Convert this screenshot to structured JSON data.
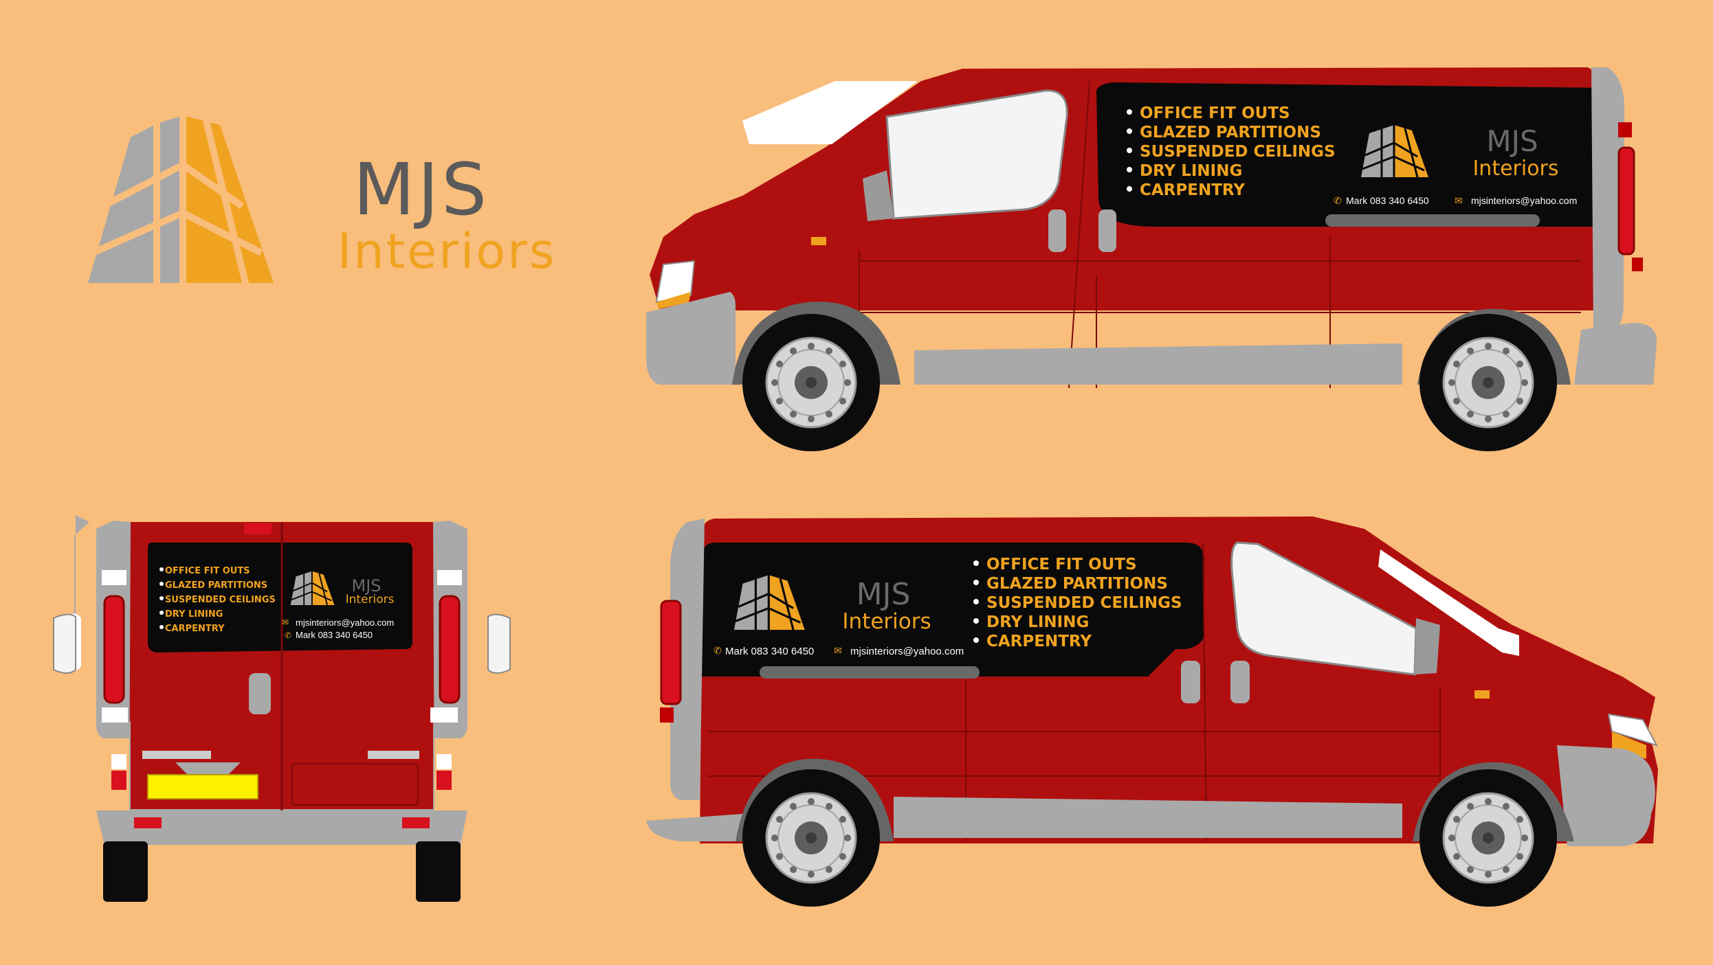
{
  "colors": {
    "background": "#F9BD7C",
    "van_body": "#B00F0F",
    "trim": "#A9A9A9",
    "panel": "#0A0A0A",
    "accent": "#F0A320",
    "logo_grey": "#A7A7A7",
    "brand_grey": "#5A5A5A",
    "plate": "#FFF200"
  },
  "logo": {
    "icon": "building-grid-icon",
    "name": "MJS",
    "subtitle": "Interiors"
  },
  "services": [
    "OFFICE FIT OUTS",
    "GLAZED PARTITIONS",
    "SUSPENDED CEILINGS",
    "DRY LINING",
    "CARPENTRY"
  ],
  "contact": {
    "phone": "Mark  083 340 6450",
    "email": "mjsinteriors@yahoo.com",
    "phone_icon": "phone-icon",
    "email_icon": "envelope-icon"
  }
}
